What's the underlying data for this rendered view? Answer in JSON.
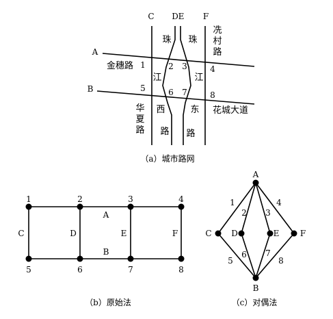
{
  "diagram_a": {
    "caption": "（a）城市路网",
    "road_letters": {
      "C": "C",
      "D": "D",
      "E": "E",
      "F": "F",
      "A": "A",
      "B": "B"
    },
    "street_names": {
      "zhu_left": "珠",
      "zhu_right": "珠",
      "jiang_left": "江",
      "jiang_right": "江",
      "xi": "西",
      "lu_xi": "路",
      "dong": "东",
      "lu_dong": "路",
      "xiancun": [
        "冼",
        "村",
        "路"
      ],
      "jinsui": "金穗路",
      "huaxia": [
        "华",
        "夏",
        "路"
      ],
      "huacheng": "花城大道"
    },
    "intersections": [
      "1",
      "2",
      "3",
      "4",
      "5",
      "6",
      "7",
      "8"
    ]
  },
  "diagram_b": {
    "caption": "（b）原始法",
    "nodes": [
      "1",
      "2",
      "3",
      "4",
      "5",
      "6",
      "7",
      "8"
    ],
    "edge_labels": {
      "A": "A",
      "B": "B",
      "C": "C",
      "D": "D",
      "E": "E",
      "F": "F"
    }
  },
  "diagram_c": {
    "caption": "（c）对偶法",
    "nodes": {
      "A": "A",
      "B": "B",
      "C": "C",
      "D": "D",
      "E": "E",
      "F": "F"
    },
    "edge_labels": [
      "1",
      "2",
      "3",
      "4",
      "5",
      "6",
      "7",
      "8"
    ]
  }
}
